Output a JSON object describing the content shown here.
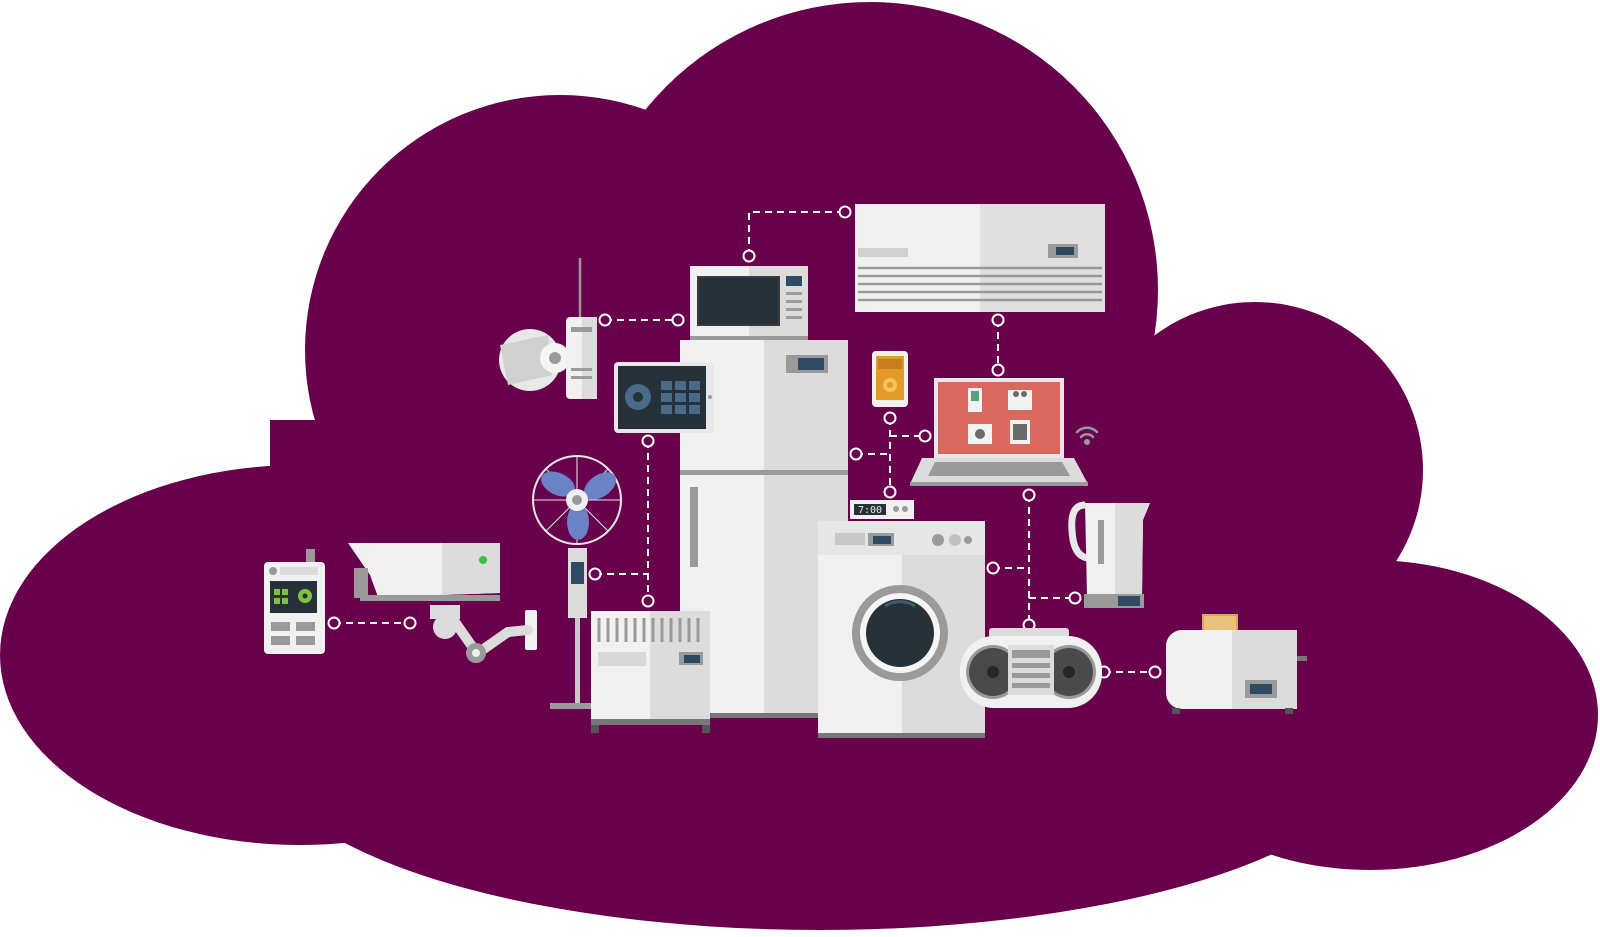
{
  "colors": {
    "background": "#ffffff",
    "cloud": "#68004b",
    "appliance_light": "#f1f1f1",
    "appliance_mid": "#d6d6d6",
    "appliance_dark": "#9a9a9a",
    "screen_dark": "#263238",
    "screen_blue": "#2f4a63",
    "laptop_screen": "#d9685f",
    "fan_blade": "#6b82c7",
    "accent_orange": "#e39a2a",
    "accent_green": "#7fc241",
    "connector": "#ffffff"
  },
  "devices": [
    {
      "id": "remote-control",
      "icon": "remote-control-icon"
    },
    {
      "id": "security-camera",
      "icon": "security-camera-icon"
    },
    {
      "id": "stand-fan",
      "icon": "fan-icon"
    },
    {
      "id": "space-heater",
      "icon": "heater-icon"
    },
    {
      "id": "tablet",
      "icon": "tablet-icon"
    },
    {
      "id": "cordless-phone",
      "icon": "phone-icon"
    },
    {
      "id": "microwave",
      "icon": "microwave-icon"
    },
    {
      "id": "refrigerator",
      "icon": "refrigerator-icon"
    },
    {
      "id": "air-conditioner",
      "icon": "air-conditioner-icon"
    },
    {
      "id": "smartphone",
      "icon": "smartphone-icon"
    },
    {
      "id": "laptop",
      "icon": "laptop-icon"
    },
    {
      "id": "wifi",
      "icon": "wifi-icon"
    },
    {
      "id": "alarm-clock",
      "icon": "alarm-clock-icon"
    },
    {
      "id": "washing-machine",
      "icon": "washing-machine-icon"
    },
    {
      "id": "electric-kettle",
      "icon": "kettle-icon"
    },
    {
      "id": "boombox",
      "icon": "boombox-icon"
    },
    {
      "id": "toaster",
      "icon": "toaster-icon"
    }
  ],
  "clock_display": "7:00"
}
